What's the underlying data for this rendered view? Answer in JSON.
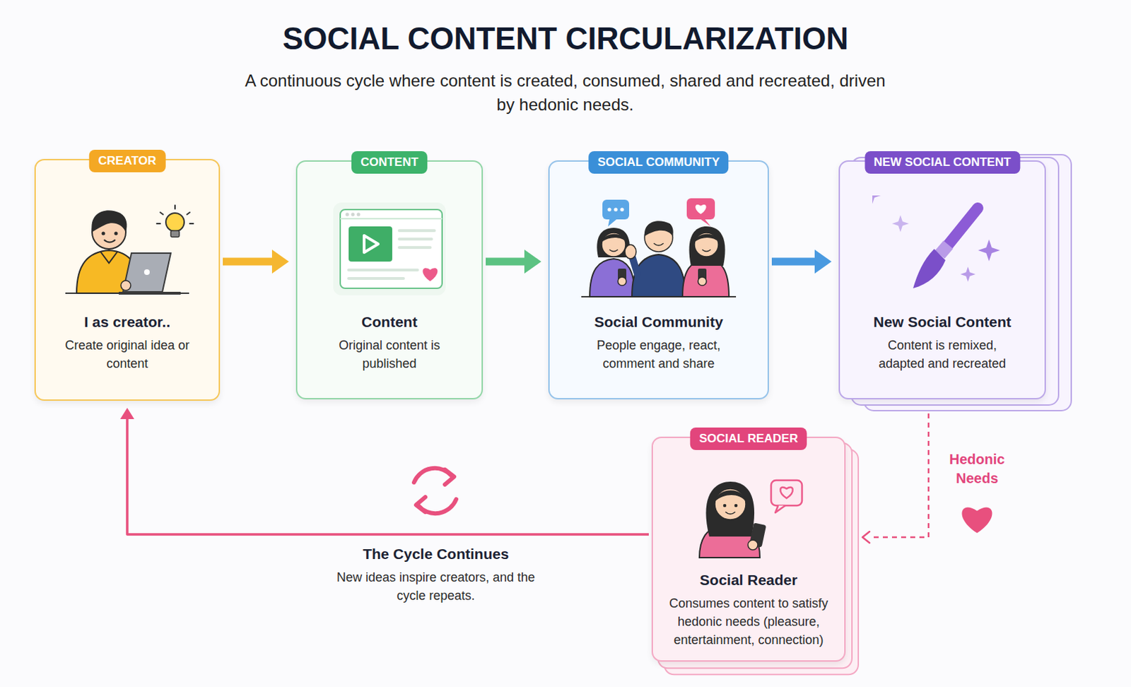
{
  "diagram": {
    "title": "SOCIAL CONTENT CIRCULARIZATION",
    "caption": "A continuous cycle where content is created, consumed, shared and recreated, driven by hedonic needs.",
    "nodes": [
      {
        "text": [
          "CREATOR",
          "I as creator..",
          "Create original idea or content"
        ]
      },
      {
        "text": [
          "CONTENT",
          "Content",
          "Original content is published"
        ]
      },
      {
        "text": [
          "SOCIAL COMMUNITY",
          "Social Community",
          "People engage, react, comment and share"
        ]
      },
      {
        "text": [
          "NEW SOCIAL CONTENT",
          "New Social Content",
          "Content is remixed, adapted and recreated"
        ]
      },
      {
        "text": [
          "SOCIAL READER",
          "Social Reader",
          "Consumes content to satisfy hedonic needs (pleasure, entertainment, connection)"
        ]
      }
    ],
    "edges": [
      {
        "from": 0,
        "to": 1,
        "arrow": "to"
      },
      {
        "from": 1,
        "to": 2,
        "arrow": "to"
      },
      {
        "from": 2,
        "to": 3,
        "arrow": "to"
      },
      {
        "from": 3,
        "to": 4,
        "label": "Hedonic Needs",
        "arrow": "to"
      },
      {
        "from": 4,
        "to": 0,
        "arrow": "to"
      }
    ],
    "labels": [
      "The Cycle Continues",
      "New ideas inspire creators, and the cycle repeats."
    ]
  }
}
